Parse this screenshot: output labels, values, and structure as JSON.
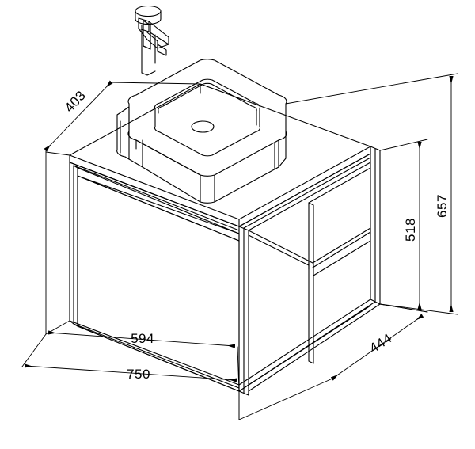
{
  "document": {
    "type": "technical-drawing",
    "subject": "Wall-hung bathroom vanity with metal frame and vessel sink",
    "projection": "isometric",
    "units": "mm",
    "background_color": "#ffffff",
    "line_color": "#000000"
  },
  "dimensions": {
    "depth": {
      "label": "403",
      "name": "depth-dimension",
      "orientation": "diagonal-upper-left",
      "text_rotation_deg": -50
    },
    "cabinet_width": {
      "label": "594",
      "name": "cabinet-width-dimension",
      "orientation": "horizontal-lower",
      "text_rotation_deg": 0
    },
    "overall_width": {
      "label": "750",
      "name": "overall-width-dimension",
      "orientation": "horizontal-lower",
      "text_rotation_deg": 0
    },
    "side_depth": {
      "label": "444",
      "name": "side-depth-dimension",
      "orientation": "diagonal-lower-right",
      "text_rotation_deg": -50
    },
    "frame_height": {
      "label": "518",
      "name": "frame-height-dimension",
      "orientation": "vertical-right",
      "text_rotation_deg": -90
    },
    "overall_height": {
      "label": "657",
      "name": "overall-height-dimension",
      "orientation": "vertical-right-outer",
      "text_rotation_deg": -90
    }
  },
  "components": [
    {
      "name": "faucet",
      "label": "Tall single-lever mixer tap"
    },
    {
      "name": "vessel-sink",
      "label": "Rounded square countertop basin"
    },
    {
      "name": "drain-hole",
      "label": "Basin drain opening"
    },
    {
      "name": "countertop",
      "label": "Vanity top surface"
    },
    {
      "name": "drawer-front",
      "label": "Single drawer front panel"
    },
    {
      "name": "metal-frame",
      "label": "Open metal support frame"
    },
    {
      "name": "open-shelf",
      "label": "Right side open shelf compartment"
    }
  ]
}
